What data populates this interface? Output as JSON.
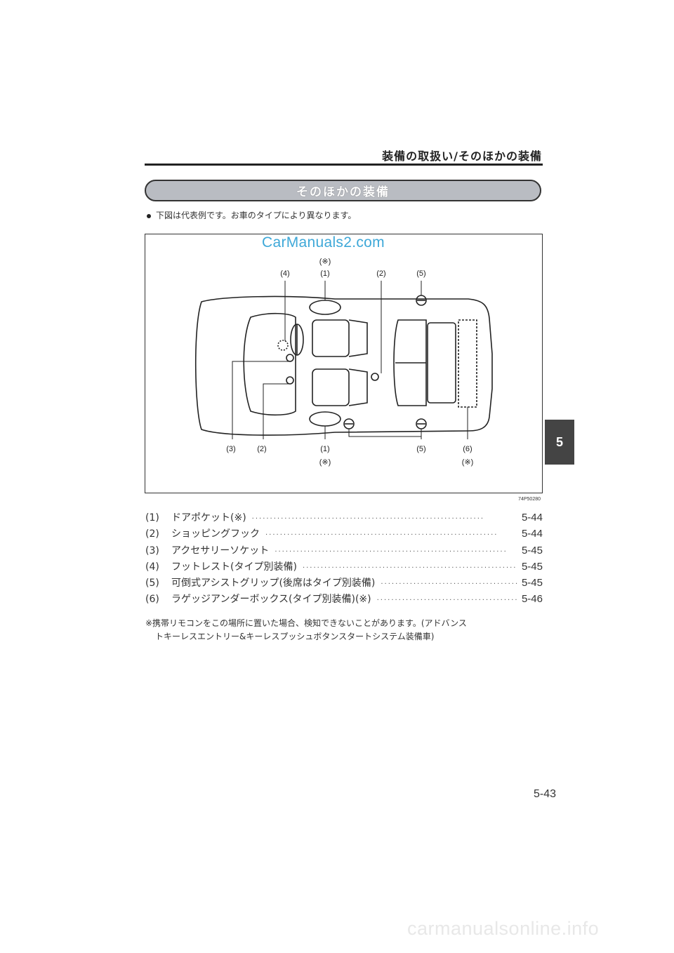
{
  "header": {
    "title": "装備の取扱い/そのほかの装備"
  },
  "section": {
    "title": "そのほかの装備"
  },
  "note": {
    "text": "下図は代表例です。お車のタイプにより異なります。"
  },
  "figure": {
    "watermark": "CarManuals2.com",
    "id": "74P50280",
    "callouts": {
      "mark_top": "(※)",
      "n4": "(4)",
      "n1_top": "(1)",
      "n2_top": "(2)",
      "n5_top": "(5)",
      "n3": "(3)",
      "n2_bottom": "(2)",
      "n1_bottom": "(1)",
      "n5_bottom": "(5)",
      "n6": "(6)",
      "mark_bottom1": "(※)",
      "mark_bottom6": "(※)"
    }
  },
  "items": [
    {
      "num": "(1)",
      "label": "ドアポケット(※)",
      "page": "5-44"
    },
    {
      "num": "(2)",
      "label": "ショッピングフック",
      "page": "5-44"
    },
    {
      "num": "(3)",
      "label": "アクセサリーソケット",
      "page": "5-45"
    },
    {
      "num": "(4)",
      "label": "フットレスト(タイプ別装備)",
      "page": "5-45"
    },
    {
      "num": "(5)",
      "label": "可倒式アシストグリップ(後席はタイプ別装備)",
      "page": "5-45"
    },
    {
      "num": "(6)",
      "label": "ラゲッジアンダーボックス(タイプ別装備)(※)",
      "page": "5-46"
    }
  ],
  "dots": "································································",
  "footnote": {
    "line1": "※携帯リモコンをこの場所に置いた場合、検知できないことがあります。(アドバンス",
    "line2": "トキーレスエントリー&キーレスプッシュボタンスタートシステム装備車)"
  },
  "side_tab": {
    "label": "5"
  },
  "page_number": "5-43",
  "footer": {
    "site": "carmanualsonline.info"
  }
}
